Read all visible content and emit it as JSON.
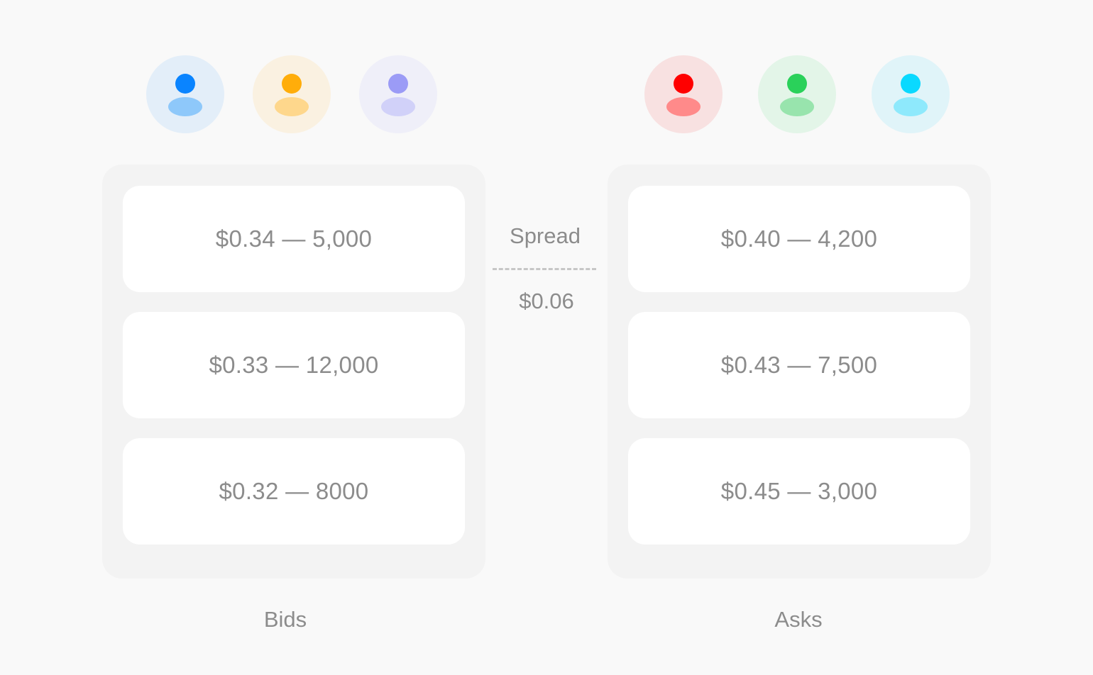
{
  "spread": {
    "title": "Spread",
    "value": "$0.06"
  },
  "bids": {
    "label": "Bids",
    "orders": [
      "$0.34 — 5,000",
      "$0.33 — 12,000",
      "$0.32 — 8000"
    ]
  },
  "asks": {
    "label": "Asks",
    "orders": [
      "$0.40 — 4,200",
      "$0.43 — 7,500",
      "$0.45 — 3,000"
    ]
  },
  "traders": {
    "bidders": [
      {
        "icon": "user-icon",
        "bg": "#e3eef9",
        "head": "#0a84ff",
        "body": "#8ec8fa"
      },
      {
        "icon": "user-icon",
        "bg": "#faf1e1",
        "head": "#ffad0a",
        "body": "#fed78c"
      },
      {
        "icon": "user-icon",
        "bg": "#efeff9",
        "head": "#9b9bf6",
        "body": "#d1d1f9"
      }
    ],
    "askers": [
      {
        "icon": "user-icon",
        "bg": "#f8e1e1",
        "head": "#ff0000",
        "body": "#ff8a8a"
      },
      {
        "icon": "user-icon",
        "bg": "#e3f5e8",
        "head": "#2ad15a",
        "body": "#98e4ad"
      },
      {
        "icon": "user-icon",
        "bg": "#e0f4f9",
        "head": "#0ad9ff",
        "body": "#8ee9fc"
      }
    ]
  }
}
